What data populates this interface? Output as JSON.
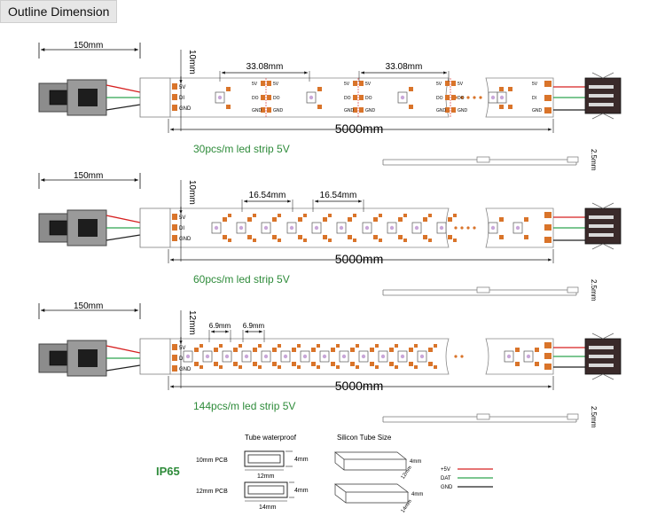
{
  "header": {
    "title": "Outline Dimension"
  },
  "strips": [
    {
      "wire_length": "150mm",
      "width": "10mm",
      "pitch": "33.08mm",
      "length": "5000mm",
      "name": "30pcs/m led strip 5V",
      "thickness": "2.5mm",
      "pads": [
        "5V",
        "DI",
        "GND"
      ]
    },
    {
      "wire_length": "150mm",
      "width": "10mm",
      "pitch": "16.54mm",
      "length": "5000mm",
      "name": "60pcs/m led strip 5V",
      "thickness": "2.5mm",
      "pads": [
        "5V",
        "DI",
        "GND"
      ]
    },
    {
      "wire_length": "150mm",
      "width": "12mm",
      "pitch": "6.9mm",
      "length": "5000mm",
      "name": "144pcs/m led strip 5V",
      "thickness": "2.5mm",
      "pads": [
        "5V",
        "DI",
        "GND"
      ]
    }
  ],
  "pad_labels": {
    "v5": "5V",
    "gnd": "GND",
    "do": "DO",
    "di": "DI"
  },
  "legend": {
    "rating": "IP65",
    "tube_title": "Tube waterproof",
    "silicon_title": "Silicon Tube Size",
    "rows": [
      {
        "label": "10mm PCB",
        "height": "4mm",
        "width": "12mm",
        "depth": "12mm"
      },
      {
        "label": "12mm PCB",
        "height": "4mm",
        "width": "14mm",
        "depth": "14mm"
      }
    ],
    "wires": [
      {
        "name": "+5V",
        "color": "#d62020"
      },
      {
        "name": "DAT",
        "color": "#2ea44f"
      },
      {
        "name": "GND",
        "color": "#222222"
      }
    ]
  },
  "colors": {
    "accent_text": "#2e8b3a",
    "pad": "#d9742a",
    "connector": "#3a2a2a",
    "plug": "#8a8a8a"
  }
}
